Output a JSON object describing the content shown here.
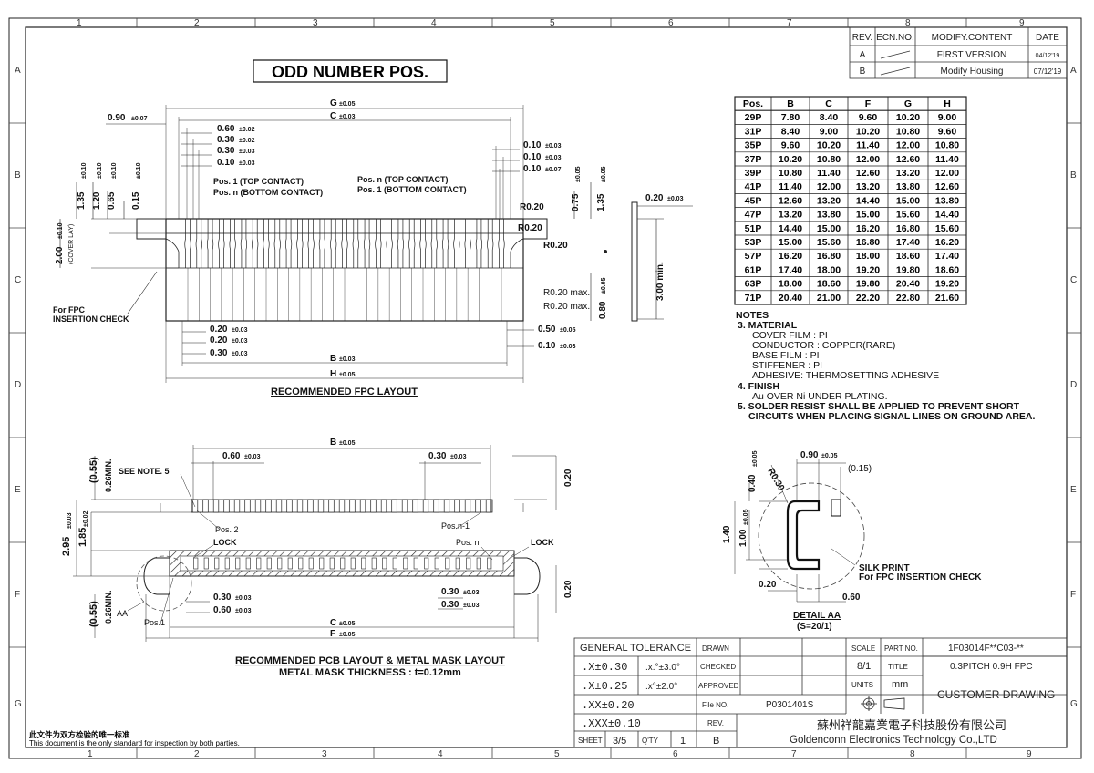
{
  "page_title": "ODD NUMBER POS.",
  "zones_top": [
    "1",
    "2",
    "3",
    "4",
    "5",
    "6",
    "7",
    "8",
    "9"
  ],
  "zones_side": [
    "A",
    "B",
    "C",
    "D",
    "E",
    "F",
    "G"
  ],
  "revision_table": {
    "headers": [
      "REV.",
      "ECN.NO.",
      "MODIFY.CONTENT",
      "DATE"
    ],
    "rows": [
      {
        "rev": "A",
        "ecn": "",
        "content": "FIRST VERSION",
        "date": "04/12'19"
      },
      {
        "rev": "B",
        "ecn": "",
        "content": "Modify Housing",
        "date": "07/12'19"
      }
    ]
  },
  "dim_table": {
    "headers": [
      "Pos.",
      "B",
      "C",
      "F",
      "G",
      "H"
    ],
    "rows": [
      [
        "29P",
        "7.80",
        "8.40",
        "9.60",
        "10.20",
        "9.00"
      ],
      [
        "31P",
        "8.40",
        "9.00",
        "10.20",
        "10.80",
        "9.60"
      ],
      [
        "35P",
        "9.60",
        "10.20",
        "11.40",
        "12.00",
        "10.80"
      ],
      [
        "37P",
        "10.20",
        "10.80",
        "12.00",
        "12.60",
        "11.40"
      ],
      [
        "39P",
        "10.80",
        "11.40",
        "12.60",
        "13.20",
        "12.00"
      ],
      [
        "41P",
        "11.40",
        "12.00",
        "13.20",
        "13.80",
        "12.60"
      ],
      [
        "45P",
        "12.60",
        "13.20",
        "14.40",
        "15.00",
        "13.80"
      ],
      [
        "47P",
        "13.20",
        "13.80",
        "15.00",
        "15.60",
        "14.40"
      ],
      [
        "51P",
        "14.40",
        "15.00",
        "16.20",
        "16.80",
        "15.60"
      ],
      [
        "53P",
        "15.00",
        "15.60",
        "16.80",
        "17.40",
        "16.20"
      ],
      [
        "57P",
        "16.20",
        "16.80",
        "18.00",
        "18.60",
        "17.40"
      ],
      [
        "61P",
        "17.40",
        "18.00",
        "19.20",
        "19.80",
        "18.60"
      ],
      [
        "63P",
        "18.00",
        "18.60",
        "19.80",
        "20.40",
        "19.20"
      ],
      [
        "71P",
        "20.40",
        "21.00",
        "22.20",
        "22.80",
        "21.60"
      ]
    ]
  },
  "notes": {
    "title": "NOTES",
    "lines": [
      "3. MATERIAL",
      "COVER FILM : PI",
      "CONDUCTOR : COPPER(RARE)",
      "BASE FILM : PI",
      "STIFFENER : PI",
      "ADHESIVE: THERMOSETTING ADHESIVE",
      "4. FINISH",
      "Au OVER Ni UNDER PLATING.",
      "5. SOLDER RESIST SHALL BE APPLIED TO PREVENT SHORT",
      "CIRCUITS WHEN PLACING SIGNAL LINES ON GROUND AREA."
    ]
  },
  "fpc": {
    "caption": "RECOMMENDED FPC LAYOUT",
    "G": "G",
    "C": "C",
    "B": "B",
    "H": "H",
    "tol005": "±0.05",
    "tol003": "±0.03",
    "tol007": "±0.07",
    "tol002": "±0.02",
    "tol010": "±0.10",
    "d090": "0.90",
    "d060": "0.60",
    "d030a": "0.30",
    "d030b": "0.30",
    "d010": "0.10",
    "r010a": "0.10",
    "r010b": "0.10",
    "r010c": "0.10",
    "v135": "1.35",
    "v120": "1.20",
    "v065": "0.65",
    "v015": "0.15",
    "v075": "0.75",
    "v135r": "1.35",
    "v200": "2.00",
    "cover_lay": "(COVER LAY)",
    "pos1_top": "Pos. 1 (TOP CONTACT)",
    "posn_bottom": "Pos. n (BOTTOM CONTACT)",
    "posn_top": "Pos. n (TOP CONTACT)",
    "pos1_bottom": "Pos. 1 (BOTTOM CONTACT)",
    "r020a": "R0.20",
    "r020b": "R0.20",
    "r020c": "R0.20",
    "r020max1": "R0.20 max.",
    "r020max2": "R0.20 max.",
    "v080": "0.80",
    "b020a": "0.20",
    "b020b": "0.20",
    "b030": "0.30",
    "b050": "0.50",
    "b010": "0.10",
    "for_fpc": "For FPC",
    "insertion_check": "INSERTION CHECK",
    "side_020": "0.20",
    "side_300": "3.00 min."
  },
  "pcb": {
    "caption1": "RECOMMENDED PCB LAYOUT & METAL MASK LAYOUT",
    "caption2": "METAL MASK THICKNESS : t=0.12mm",
    "B": "B",
    "C": "C",
    "F": "F",
    "tol005": "±0.05",
    "tol003": "±0.03",
    "tol002": "±0.02",
    "d060": "0.60",
    "d030": "0.30",
    "see_note": "SEE NOTE. 5",
    "v055": "(0.55)",
    "v026": "0.26MIN.",
    "v295": "2.95",
    "v185": "1.85",
    "v055b": "(0.55)",
    "v026b": "0.26MIN.",
    "pos2": "Pos. 2",
    "posn1": "Pos.n-1",
    "lock_l": "LOCK",
    "lock_r": "LOCK",
    "posn": "Pos. n",
    "pos1": "Pos.1",
    "aa": "AA",
    "b030a": "0.30",
    "b060": "0.60",
    "b030c": "0.30",
    "b030d": "0.30",
    "r020a": "0.20",
    "r020b": "0.20"
  },
  "detail": {
    "title": "DETAIL AA",
    "scale": "(S=20/1)",
    "d090": "0.90",
    "tol005": "±0.05",
    "d015": "(0.15)",
    "r030": "R0.30",
    "d040": "0.40",
    "d140": "1.40",
    "d100": "1.00",
    "d020": "0.20",
    "d060": "0.60",
    "silk1": "SILK PRINT",
    "silk2": "For FPC INSERTION CHECK"
  },
  "title_block": {
    "gt": "GENERAL TOLERANCE",
    "tol": [
      ".X±0.30",
      ".X±0.25",
      ".XX±0.20",
      ".XXX±0.10"
    ],
    "ang": [
      ".x.°±3.0°",
      ".x°±2.0°"
    ],
    "drawn": "DRAWN",
    "checked": "CHECKED",
    "approved": "APPROVED",
    "file_no": "File NO.",
    "rev": "REV.",
    "file_val": "P0301401S",
    "rev_val": "B",
    "scale": "SCALE",
    "scale_val": "8/1",
    "units": "UNITS",
    "units_val": "mm",
    "part_no": "PART NO.",
    "part_val": "1F03014F**C03-**",
    "title": "TITLE",
    "title_val": "0.3PITCH 0.9H FPC",
    "customer": "CUSTOMER DRAWING",
    "sheet": "SHEET",
    "sheet_val": "3/5",
    "qty": "Q'TY",
    "qty_val": "1",
    "rev2_val": "B",
    "company_cn": "蘇州祥龍嘉業電子科技股份有限公司",
    "company_en": "Goldenconn Electronics Technology Co.,LTD"
  },
  "footer": {
    "cn": "此文件为双方检验的唯一标准",
    "en": "This document is the only standard for inspection by both parties."
  }
}
